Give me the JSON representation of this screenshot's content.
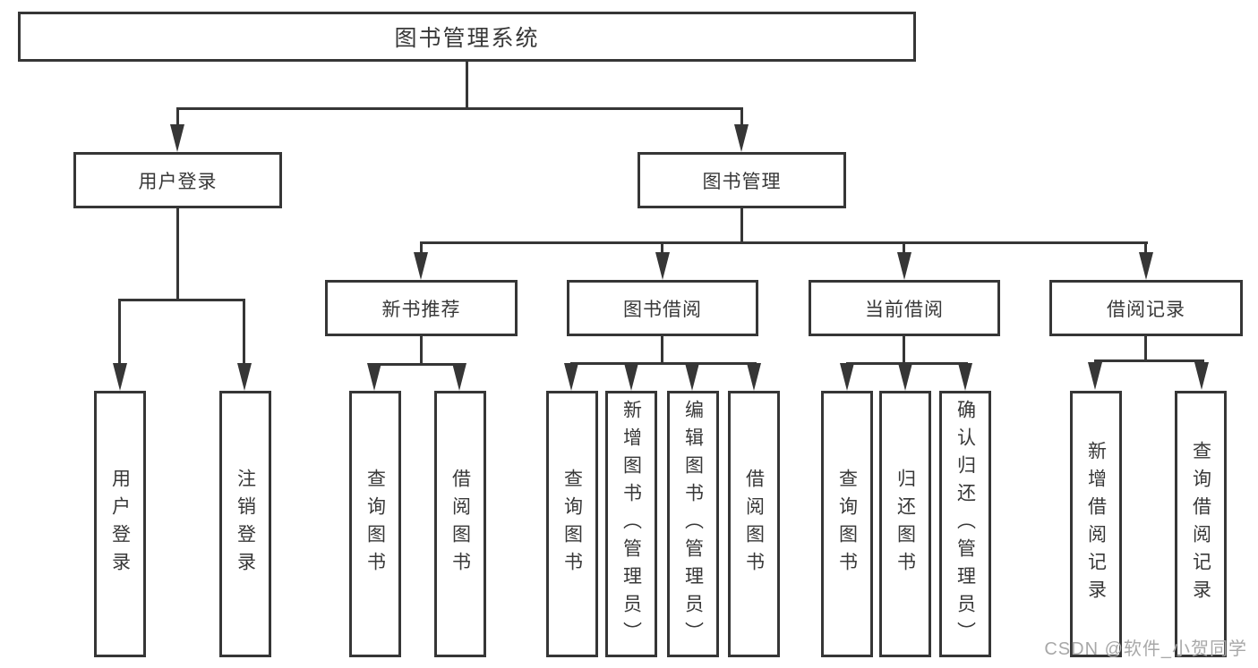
{
  "diagram": {
    "type": "tree",
    "root": {
      "label": "图书管理系统"
    },
    "level2": [
      {
        "label": "用户登录"
      },
      {
        "label": "图书管理"
      }
    ],
    "level3": [
      {
        "label": "新书推荐",
        "parent": "图书管理"
      },
      {
        "label": "图书借阅",
        "parent": "图书管理"
      },
      {
        "label": "当前借阅",
        "parent": "图书管理"
      },
      {
        "label": "借阅记录",
        "parent": "图书管理"
      }
    ],
    "leaves": [
      {
        "label": "用户登录",
        "parent": "用户登录"
      },
      {
        "label": "注销登录",
        "parent": "用户登录"
      },
      {
        "label": "查询图书",
        "parent": "新书推荐"
      },
      {
        "label": "借阅图书",
        "parent": "新书推荐"
      },
      {
        "label": "查询图书",
        "parent": "图书借阅"
      },
      {
        "label": "新增图书（管理员）",
        "parent": "图书借阅"
      },
      {
        "label": "编辑图书（管理员）",
        "parent": "图书借阅"
      },
      {
        "label": "借阅图书",
        "parent": "图书借阅"
      },
      {
        "label": "查询图书",
        "parent": "当前借阅"
      },
      {
        "label": "归还图书",
        "parent": "当前借阅"
      },
      {
        "label": "确认归还（管理员）",
        "parent": "当前借阅"
      },
      {
        "label": "新增借阅记录",
        "parent": "借阅记录"
      },
      {
        "label": "查询借阅记录",
        "parent": "借阅记录"
      }
    ],
    "colors": {
      "line": "#363636",
      "text": "#383838",
      "background": "#ffffff",
      "watermark": "#a8a8a8"
    },
    "watermark": {
      "text": "CSDN @软件_小贺同学"
    }
  }
}
